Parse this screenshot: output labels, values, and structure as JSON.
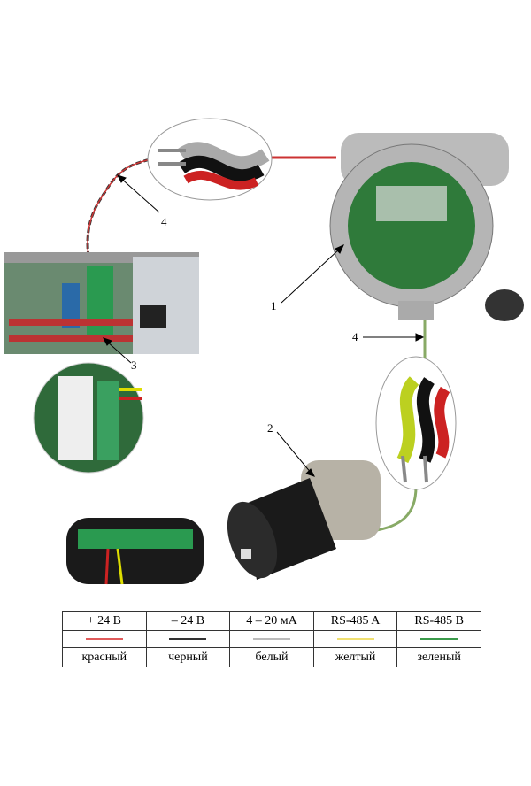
{
  "callouts": {
    "detector": "1",
    "sensor": "2",
    "terminal": "3",
    "cable_top": "4",
    "cable_right": "4"
  },
  "legend": {
    "columns": [
      {
        "signal": "+ 24 В",
        "color": "#e05a5a",
        "name": "красный"
      },
      {
        "signal": "– 24 В",
        "color": "#333333",
        "name": "черный"
      },
      {
        "signal": "4 – 20 мА",
        "color": "#bbbbbb",
        "name": "белый"
      },
      {
        "signal": "RS-485 A",
        "color": "#f0e070",
        "name": "желтый"
      },
      {
        "signal": "RS-485 B",
        "color": "#3a9a4a",
        "name": "зеленый"
      }
    ]
  }
}
